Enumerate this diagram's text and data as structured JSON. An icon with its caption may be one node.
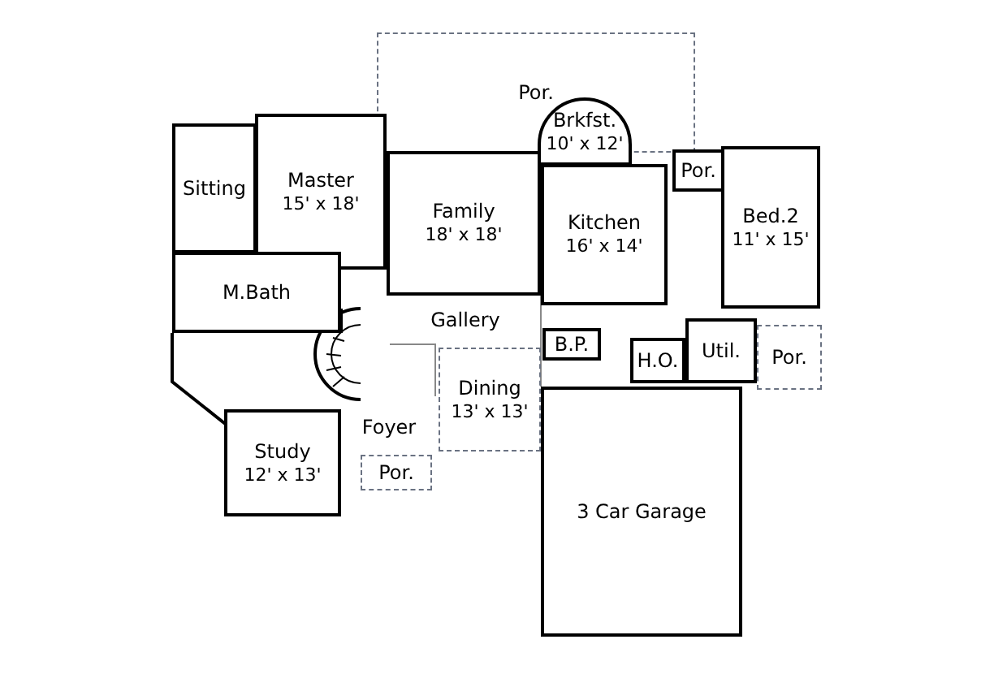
{
  "diagram": {
    "nodes": [
      {
        "text": [
          "Por."
        ]
      },
      {
        "text": [
          "Brkfst.",
          "10' x 12'"
        ]
      },
      {
        "text": [
          "Sitting"
        ]
      },
      {
        "text": [
          "Master",
          "15' x 18'"
        ]
      },
      {
        "text": [
          "Family",
          "18' x 18'"
        ]
      },
      {
        "text": [
          "Por."
        ]
      },
      {
        "text": [
          "Bed.2",
          "11' x 15'"
        ]
      },
      {
        "text": [
          "Kitchen",
          "16' x 14'"
        ]
      },
      {
        "text": [
          "M.Bath"
        ]
      },
      {
        "text": [
          "Gallery"
        ]
      },
      {
        "text": [
          "B.P."
        ]
      },
      {
        "text": [
          "H.O."
        ]
      },
      {
        "text": [
          "Util."
        ]
      },
      {
        "text": [
          "Por."
        ]
      },
      {
        "text": [
          "Dining",
          "13' x 13'"
        ]
      },
      {
        "text": [
          "Foyer"
        ]
      },
      {
        "text": [
          "Study",
          "12' x 13'"
        ]
      },
      {
        "text": [
          "Por."
        ]
      },
      {
        "text": [
          "3 Car Garage"
        ]
      }
    ]
  }
}
